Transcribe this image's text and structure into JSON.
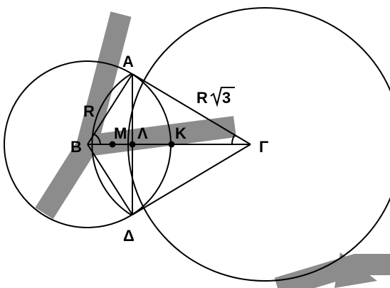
{
  "diagram": {
    "points": {
      "A": "A",
      "B": "B",
      "G": "Γ",
      "D": "Δ",
      "M": "M",
      "L": "Λ",
      "K": "K"
    },
    "labels": {
      "radius_small": "R",
      "radius_large_R": "R",
      "radius_large_root": "3"
    },
    "colors": {
      "ink": "#000000",
      "watermark": "#8c8c8c",
      "background": "#ffffff"
    }
  }
}
